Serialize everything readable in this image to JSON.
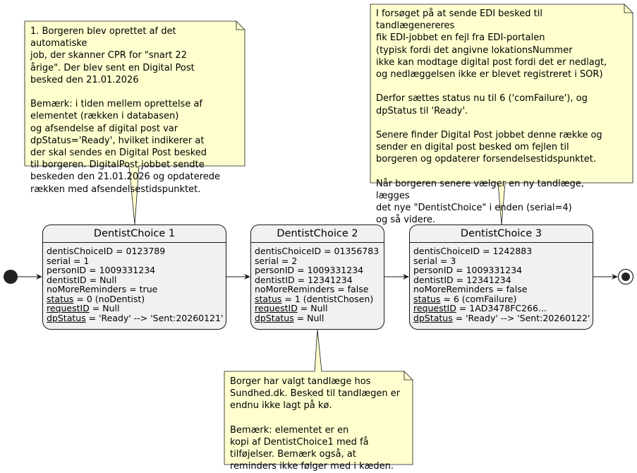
{
  "notes": {
    "note1": [
      "1. Borgeren blev oprettet af det automatiske",
      "job, der skanner CPR for \"snart 22",
      "årige\". Der blev sent en Digital Post",
      "besked den 21.01.2026",
      "",
      "Bemærk: i tiden mellem oprettelse af",
      "elementet (rækken i databasen)",
      "og afsendelse af digital post var",
      "dpStatus='Ready', hvilket indikerer at",
      "der skal sendes en Digital Post besked",
      "til borgeren. DigitalPost jobbet sendte",
      "beskeden den 21.01.2026 og opdaterede",
      "rækken med afsendelsestidspunktet."
    ],
    "note2": [
      "Borger har valgt tandlæge hos",
      "Sundhed.dk. Besked til tandlægen er",
      "endnu ikke lagt på kø.",
      "",
      "Bemærk: elementet er en",
      "kopi af DentistChoice1 med få",
      "tilføjelser. Bemærk også, at",
      "reminders ikke følger med i kæden."
    ],
    "note3": [
      "I forsøget på at sende EDI besked til tandlægenereres",
      "fik EDI-jobbet en fejl fra EDI-portalen",
      "(typisk fordi det angivne lokationsNummer",
      "ikke kan modtage digital post fordi det er nedlagt,",
      "og nedlæggelsen ikke er blevet registreret i SOR)",
      "",
      "Derfor sættes status nu til 6 ('comFailure'), og",
      "dpStatus til 'Ready'.",
      "",
      "Senere finder Digital Post jobbet denne række og",
      "sender en digital post besked om fejlen til",
      "borgeren og opdaterer forsendelsestidspunktet.",
      "",
      "Når borgeren senere vælger en ny tandlæge, lægges",
      "det nye \"DentistChoice\" i enden (serial=4)",
      "og så videre."
    ]
  },
  "states": [
    {
      "title": "DentistChoice 1",
      "rows": [
        {
          "key": "dentisChoiceID",
          "value": " = 0123789",
          "underline": false
        },
        {
          "key": "serial",
          "value": " = 1",
          "underline": false
        },
        {
          "key": "personID",
          "value": " = 1009331234",
          "underline": false
        },
        {
          "key": "dentistID",
          "value": " = Null",
          "underline": false
        },
        {
          "key": "noMoreReminders",
          "value": " = true",
          "underline": false
        },
        {
          "key": "status",
          "value": " = 0 (noDentist)",
          "underline": true
        },
        {
          "key": "requestID",
          "value": " = Null",
          "underline": true
        },
        {
          "key": "dpStatus",
          "value": " = 'Ready' --> 'Sent:20260121'",
          "underline": true
        }
      ]
    },
    {
      "title": "DentistChoice 2",
      "rows": [
        {
          "key": "dentisChoiceID",
          "value": " = 01356783",
          "underline": false
        },
        {
          "key": "serial",
          "value": " = 2",
          "underline": false
        },
        {
          "key": "personID",
          "value": " = 1009331234",
          "underline": false
        },
        {
          "key": "dentistID",
          "value": " = 12341234",
          "underline": false
        },
        {
          "key": "noMoreReminders",
          "value": " = false",
          "underline": false
        },
        {
          "key": "status",
          "value": " = 1 (dentistChosen)",
          "underline": true
        },
        {
          "key": "requestID",
          "value": " = Null",
          "underline": true
        },
        {
          "key": "dpStatus",
          "value": " = Null",
          "underline": true
        }
      ]
    },
    {
      "title": "DentistChoice 3",
      "rows": [
        {
          "key": "dentisChoiceID",
          "value": " = 1242883",
          "underline": false
        },
        {
          "key": "serial",
          "value": " = 3",
          "underline": false
        },
        {
          "key": "personID",
          "value": " = 1009331234",
          "underline": false
        },
        {
          "key": "dentistID",
          "value": " = 12341234",
          "underline": false
        },
        {
          "key": "noMoreReminders",
          "value": " = false",
          "underline": false
        },
        {
          "key": "status",
          "value": " = 6 (comFailure)",
          "underline": true
        },
        {
          "key": "requestID",
          "value": " = 1AD3478FC266...",
          "underline": true
        },
        {
          "key": "dpStatus",
          "value": " = 'Ready' --> 'Sent:20260122'",
          "underline": true
        }
      ]
    }
  ],
  "colors": {
    "note_fill": "#fefece",
    "note_stroke": "#181818",
    "state_fill": "#f1f1f1",
    "state_stroke": "#181818",
    "dot": "#222222"
  }
}
